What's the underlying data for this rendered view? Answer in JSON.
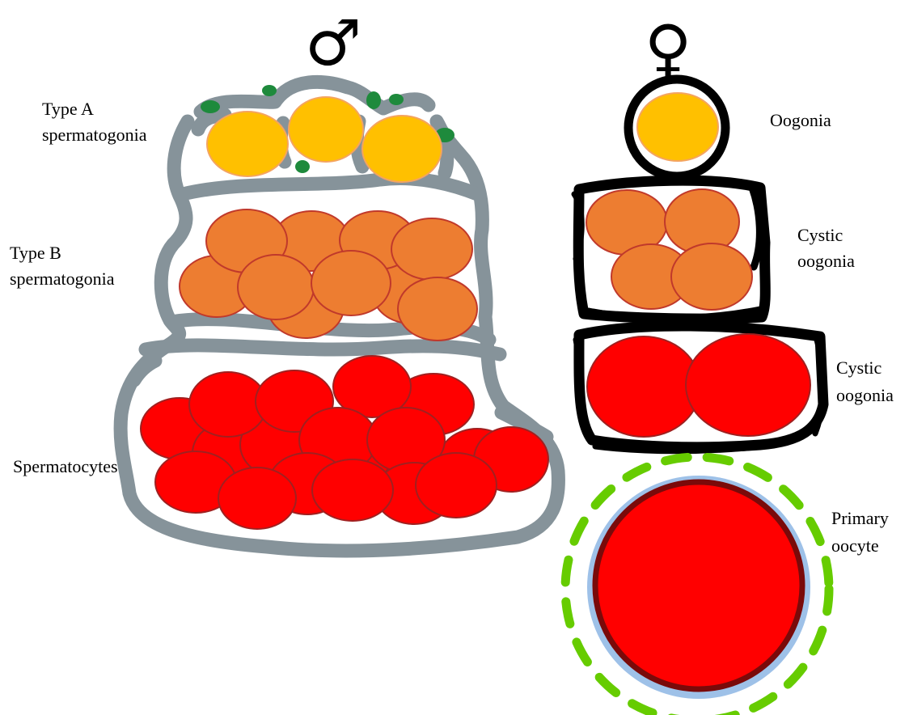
{
  "symbols": {
    "male": "♂",
    "female": "♀"
  },
  "male_labels": {
    "type_a": [
      "Type A",
      "spermatogonia"
    ],
    "type_b": [
      "Type B",
      "spermatogonia"
    ],
    "spermatocytes": "Spermatocytes"
  },
  "female_labels": {
    "oogonia": "Oogonia",
    "cystic_1": [
      "Cystic",
      "oogonia"
    ],
    "cystic_2": [
      "Cystic",
      "oogonia"
    ],
    "primary_oocyte": [
      "Primary",
      "oocyte"
    ]
  },
  "colors": {
    "sertoli_gray": "#86939a",
    "type_a_fill": "#ffc000",
    "type_a_stroke": "#f4a460",
    "type_b_fill": "#ed7d31",
    "type_b_stroke": "#c0392b",
    "spermatocyte_fill": "#ff0000",
    "spermatocyte_stroke": "#a02020",
    "green_blob": "#1e8a3c",
    "follicle_green": "#66cc00",
    "zona_blue": "#9ec1e8",
    "oocyte_rim": "#7a0a0a",
    "cyst_black": "#000000"
  }
}
